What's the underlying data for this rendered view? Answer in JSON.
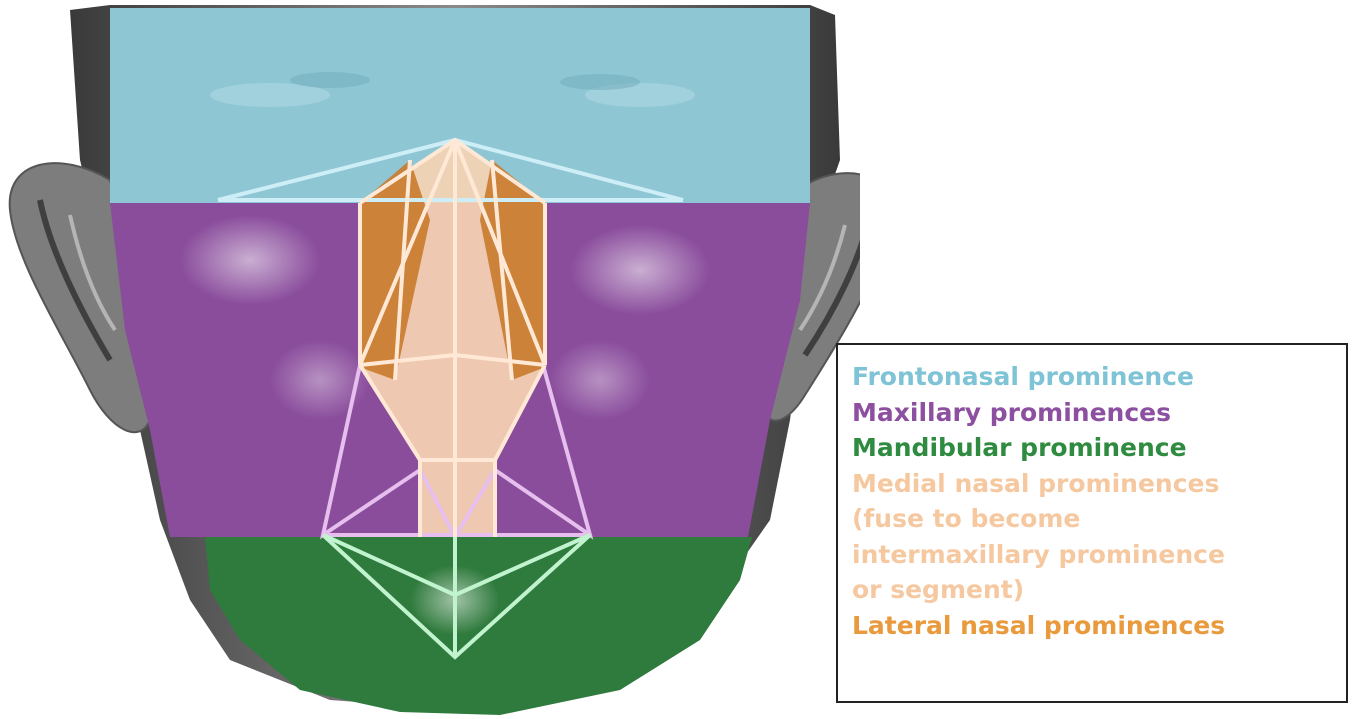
{
  "colors": {
    "frontonasal": "#7ec3d6",
    "maxillary": "#8d4fa0",
    "mandibular": "#2e8b3f",
    "medial_nasal": "#f6c8a0",
    "lateral_nasal": "#e89a3c",
    "outline_frontonasal": "#bfe6f0",
    "outline_maxillary": "#e2b7ea",
    "outline_mandibular": "#b9f0c6",
    "outline_medial": "#ffe7d0"
  },
  "legend": {
    "items": [
      {
        "id": "frontonasal",
        "text": "Frontonasal prominence",
        "color": "#7ec3d6"
      },
      {
        "id": "maxillary",
        "text": "Maxillary prominences",
        "color": "#8d4fa0"
      },
      {
        "id": "mandibular",
        "text": "Mandibular prominence",
        "color": "#2e8b3f"
      },
      {
        "id": "medial-1",
        "text": "Medial nasal prominences",
        "color": "#f6c8a0"
      },
      {
        "id": "medial-2",
        "text": "(fuse to become",
        "color": "#f6c8a0"
      },
      {
        "id": "medial-3",
        "text": "intermaxillary prominence",
        "color": "#f6c8a0"
      },
      {
        "id": "medial-4",
        "text": "or segment)",
        "color": "#f6c8a0"
      },
      {
        "id": "lateral",
        "text": "Lateral nasal prominences",
        "color": "#e89a3c"
      }
    ]
  }
}
